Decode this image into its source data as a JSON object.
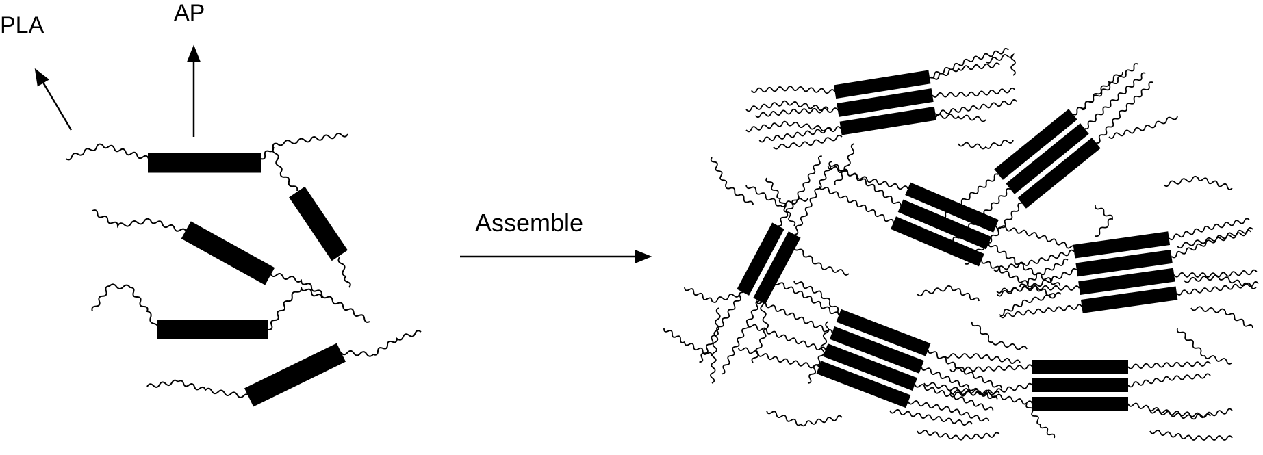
{
  "labels": {
    "pla": "PLA",
    "ap": "AP",
    "assemble": "Assemble"
  },
  "colors": {
    "ink": "#000000",
    "background": "#ffffff"
  }
}
